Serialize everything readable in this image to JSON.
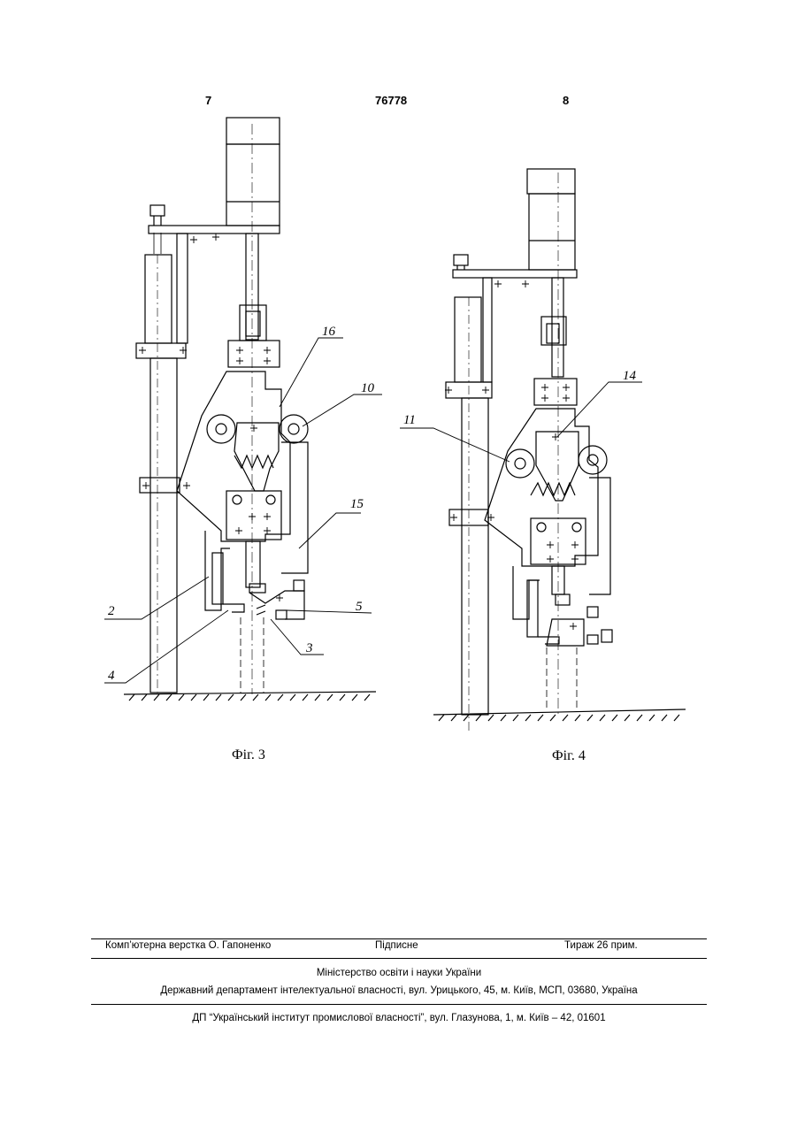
{
  "header": {
    "page_left": "7",
    "patent_number": "76778",
    "page_right": "8"
  },
  "figures": [
    {
      "caption": "Фіг. 3",
      "labels": [
        "16",
        "10",
        "15",
        "2",
        "5",
        "3",
        "4"
      ]
    },
    {
      "caption": "Фіг. 4",
      "labels": [
        "14",
        "11"
      ]
    }
  ],
  "imprint": {
    "layout": "Комп’ютерна верстка О. Гапоненко",
    "signed": "Підписне",
    "circulation": "Тираж 26 прим.",
    "ministry": "Міністерство освіти і науки України",
    "department": "Державний департамент інтелектуальної власності, вул. Урицького, 45, м. Київ, МСП, 03680, Україна",
    "institute": "ДП “Український інститут промислової власності”, вул. Глазунова, 1, м. Київ – 42, 01601"
  }
}
